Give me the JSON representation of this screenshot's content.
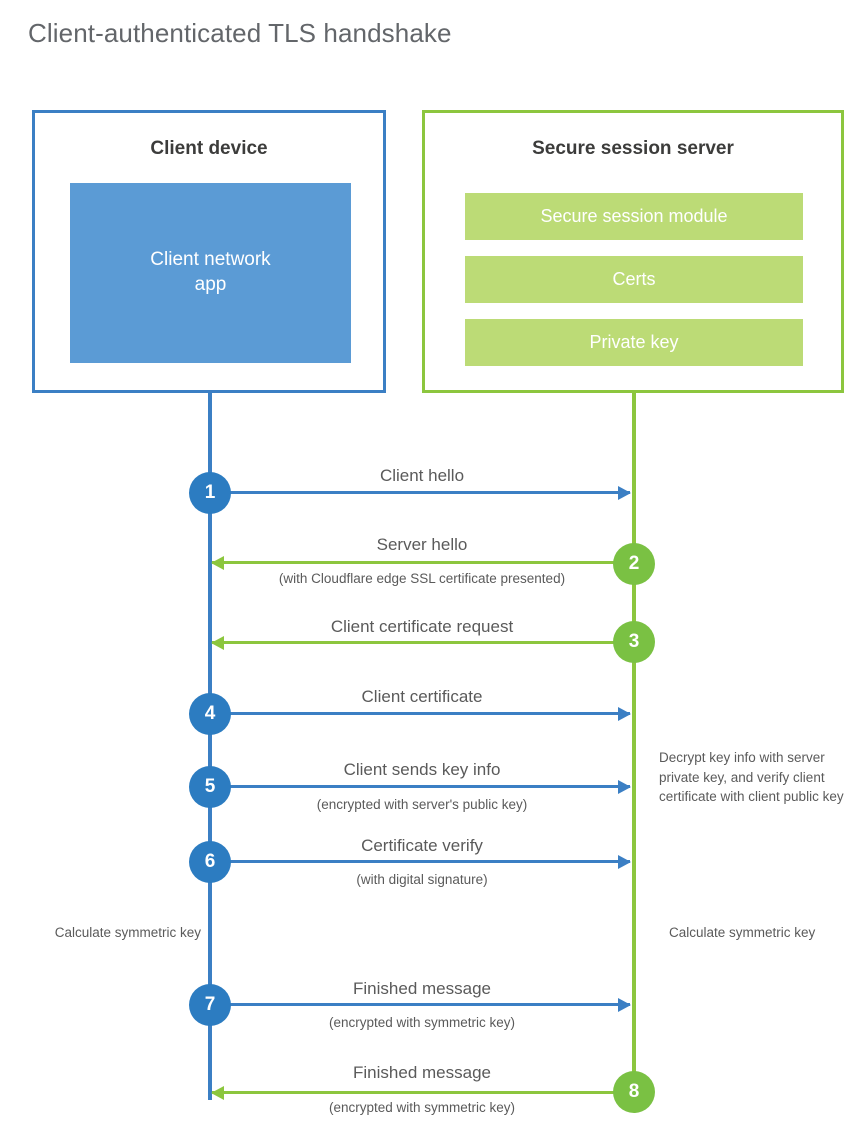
{
  "title": "Client-authenticated TLS handshake",
  "colors": {
    "client_blue": "#3b7fc4",
    "client_circle_blue": "#2c7cc1",
    "client_app_blue": "#5b9bd5",
    "server_green": "#8cc63e",
    "server_circle_green": "#7ac143",
    "server_bar_green": "#bcdb76",
    "title_gray": "#63666a",
    "text_gray": "#5a5a5a"
  },
  "client": {
    "title": "Client device",
    "app_label": "Client network\napp",
    "app_label_line1": "Client network",
    "app_label_line2": "app"
  },
  "server": {
    "title": "Secure session server",
    "components": [
      {
        "label": "Secure session module"
      },
      {
        "label": "Certs"
      },
      {
        "label": "Private key"
      }
    ]
  },
  "steps": [
    {
      "number": "1",
      "label": "Client hello",
      "sub": "",
      "direction": "client-to-server"
    },
    {
      "number": "2",
      "label": "Server hello",
      "sub": "(with Cloudflare edge SSL certificate presented)",
      "direction": "server-to-client"
    },
    {
      "number": "3",
      "label": "Client certificate request",
      "sub": "",
      "direction": "server-to-client"
    },
    {
      "number": "4",
      "label": "Client certificate",
      "sub": "",
      "direction": "client-to-server"
    },
    {
      "number": "5",
      "label": "Client sends key info",
      "sub": "(encrypted with server's public key)",
      "direction": "client-to-server"
    },
    {
      "number": "6",
      "label": "Certificate verify",
      "sub": "(with digital signature)",
      "direction": "client-to-server"
    },
    {
      "number": "7",
      "label": "Finished message",
      "sub": "(encrypted with symmetric key)",
      "direction": "client-to-server"
    },
    {
      "number": "8",
      "label": "Finished message",
      "sub": "(encrypted with symmetric key)",
      "direction": "server-to-client"
    }
  ],
  "notes": {
    "server_decrypt": "Decrypt key info with server private key, and verify client certificate with client public key",
    "calculate_symmetric_key_client": "Calculate symmetric key",
    "calculate_symmetric_key_server": "Calculate symmetric key"
  }
}
